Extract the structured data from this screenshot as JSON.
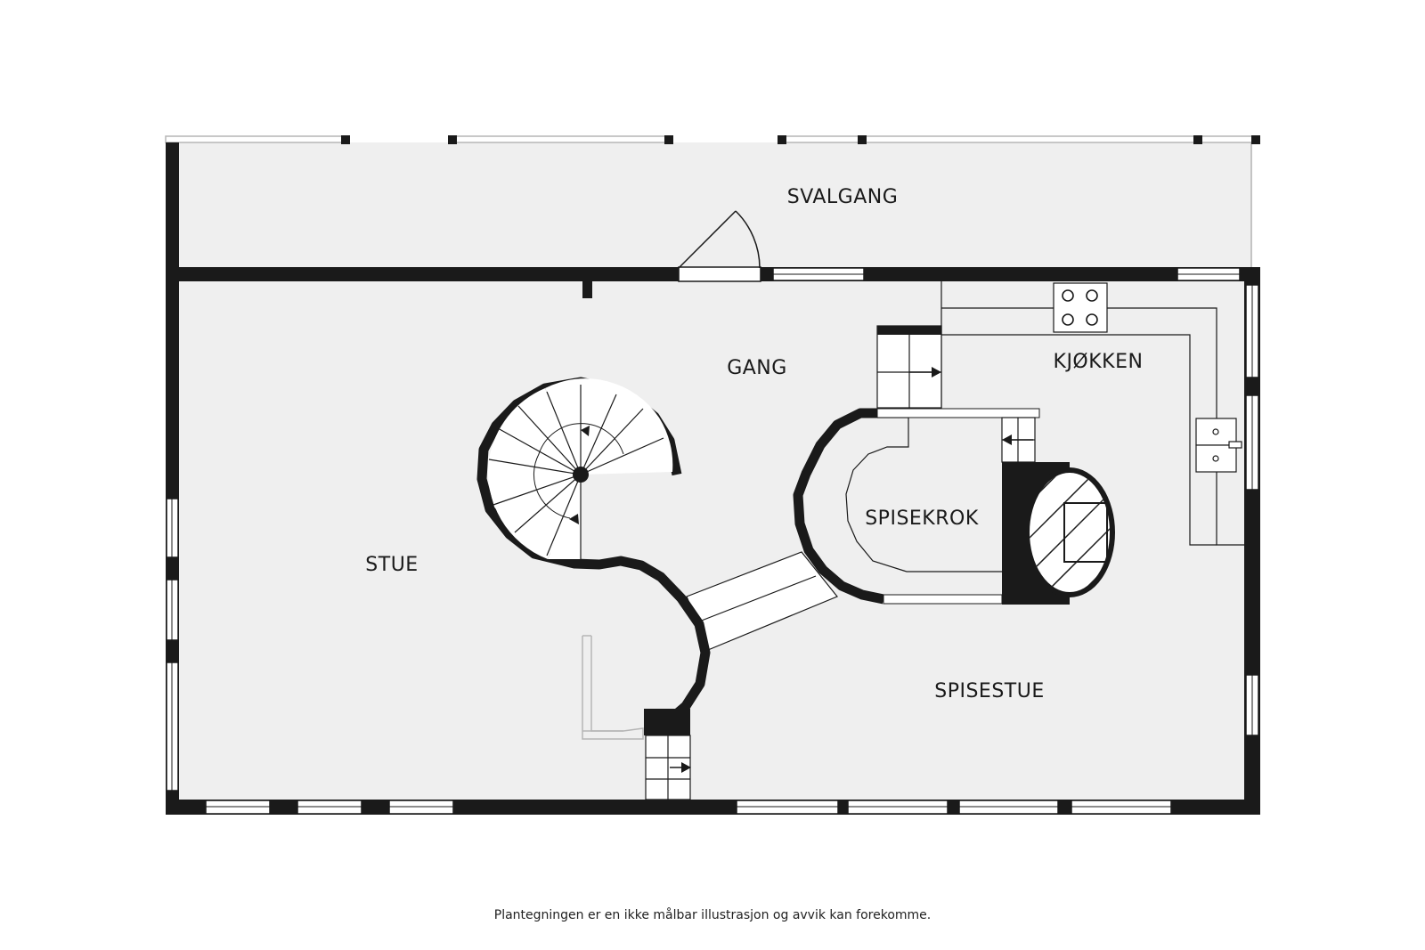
{
  "rooms": {
    "svalgang": "SVALGANG",
    "gang": "GANG",
    "kjokken": "KJØKKEN",
    "spisekrok": "SPISEKROK",
    "stue": "STUE",
    "spisestue": "SPISESTUE"
  },
  "disclaimer": "Plantegningen er en ikke målbar illustrasjon og avvik kan forekomme.",
  "colors": {
    "wall": "#1a1a1a",
    "floor": "#efefef",
    "background": "#ffffff"
  }
}
